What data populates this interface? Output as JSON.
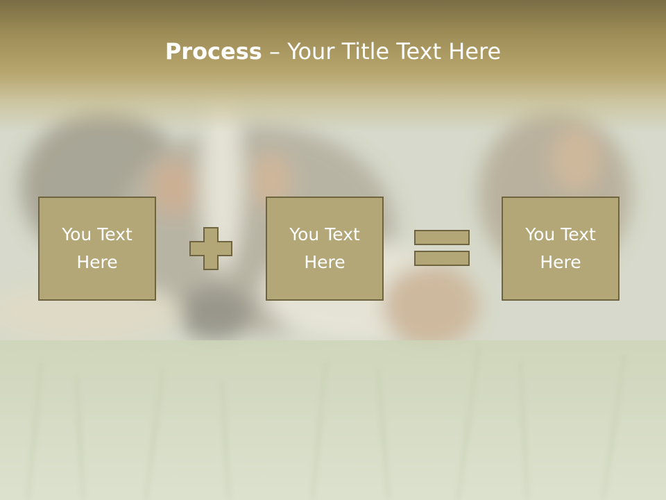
{
  "slide": {
    "title_bold": "Process",
    "title_rest": " – Your Title Text Here",
    "boxes": [
      {
        "text": "You Text Here"
      },
      {
        "text": "You Text Here"
      },
      {
        "text": "You Text Here"
      }
    ],
    "operators": [
      "plus-icon",
      "equals-icon"
    ]
  },
  "colors": {
    "header": "#9d8c56",
    "box_fill": "#b3a677",
    "box_border": "#6f6440",
    "text": "#ffffff"
  }
}
